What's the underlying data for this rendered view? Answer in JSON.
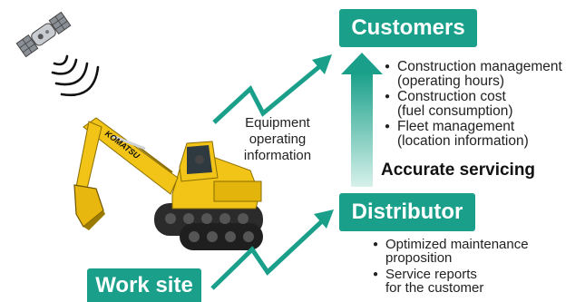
{
  "customers": {
    "label": "Customers",
    "items": [
      {
        "line1": "Construction management",
        "line2": "(operating hours)"
      },
      {
        "line1": "Construction cost",
        "line2": "(fuel consumption)"
      },
      {
        "line1": "Fleet management",
        "line2": "(location information)"
      }
    ]
  },
  "distributor": {
    "label": "Distributor",
    "items": [
      {
        "line1": "Optimized maintenance",
        "line2": "proposition"
      },
      {
        "line1": "Service reports",
        "line2": "for the customer"
      }
    ]
  },
  "work_site": {
    "label": "Work site"
  },
  "equipment_text": {
    "line1": "Equipment",
    "line2": "operating",
    "line3": "information"
  },
  "accurate_servicing": "Accurate servicing",
  "excavator_brand": "KOMATSU",
  "colors": {
    "accent": "#1aa08a",
    "arrow_light": "#8fd8c8",
    "excavator": "#f2c417"
  }
}
